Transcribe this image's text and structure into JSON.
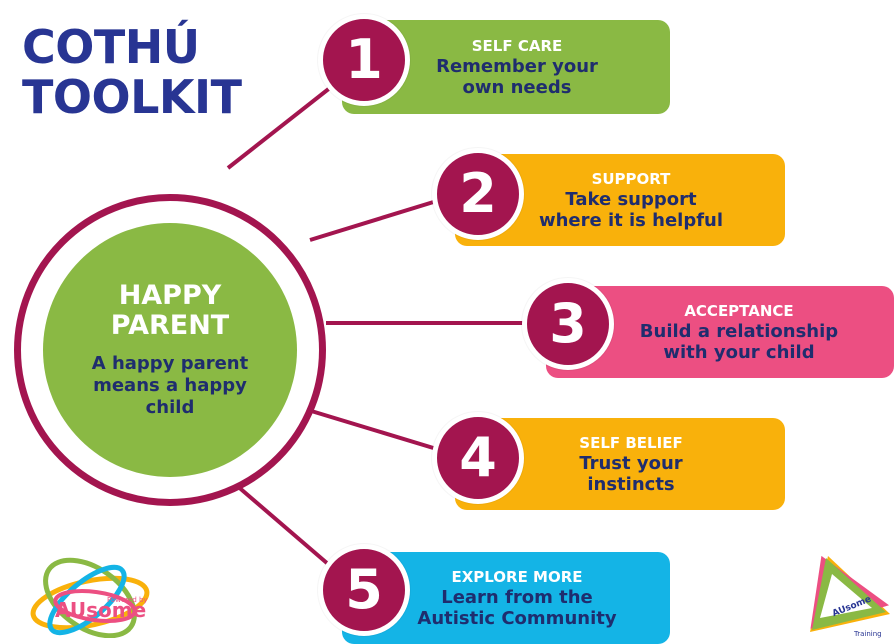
{
  "title": {
    "line1": "COTHÚ",
    "line2": "TOOLKIT"
  },
  "hub": {
    "title_line1": "HAPPY",
    "title_line2": "PARENT",
    "text_line1": "A happy parent",
    "text_line2": "means a happy",
    "text_line3": "child",
    "colors": {
      "fill": "#8ab944",
      "ring": "#a3154f"
    }
  },
  "steps": [
    {
      "number": "1",
      "title": "SELF CARE",
      "line1": "Remember your",
      "line2": "own needs",
      "color": "#8ab944"
    },
    {
      "number": "2",
      "title": "SUPPORT",
      "line1": "Take support",
      "line2": "where it is helpful",
      "color": "#f9b10b"
    },
    {
      "number": "3",
      "title": "ACCEPTANCE",
      "line1": "Build a relationship",
      "line2": "with your child",
      "color": "#ec4f82"
    },
    {
      "number": "4",
      "title": "SELF BELIEF",
      "line1": "Trust your",
      "line2": "instincts",
      "color": "#f9b10b"
    },
    {
      "number": "5",
      "title": "EXPLORE MORE",
      "line1": "Learn from the",
      "line2": "Autistic Community",
      "color": "#14b4e6"
    }
  ],
  "logos": {
    "left": {
      "small_text": "Powered by",
      "brand": "AUsome",
      "icon": "ausome-swirl-logo"
    },
    "right": {
      "brand": "AUsome",
      "sub": "Training",
      "icon": "ausome-triangle-logo"
    }
  }
}
